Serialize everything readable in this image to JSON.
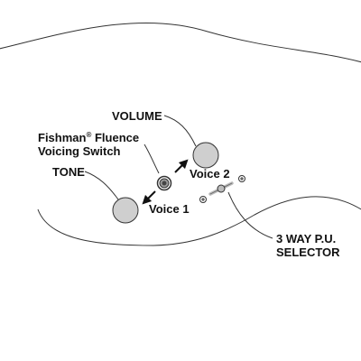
{
  "labels": {
    "volume": "VOLUME",
    "fishman_brand": "Fishman",
    "fishman_mark": "®",
    "fishman_rest": " Fluence",
    "voicing_switch": "Voicing Switch",
    "tone": "TONE",
    "voice_2": "Voice 2",
    "voice_1": "Voice 1",
    "selector_line_1": "3 WAY P.U.",
    "selector_line_2": "SELECTOR"
  },
  "colors": {
    "outline": "#333333",
    "knob_fill": "#cfcfcf",
    "text": "#111111",
    "background": "#ffffff"
  },
  "icons": {
    "volume_knob": "circle-knob",
    "tone_knob": "circle-knob",
    "voicing_switch": "concentric-ring-switch",
    "pickup_selector": "lever-switch",
    "voice_arrow": "double-headed-arrow",
    "selector_markers": "circled-plus"
  }
}
